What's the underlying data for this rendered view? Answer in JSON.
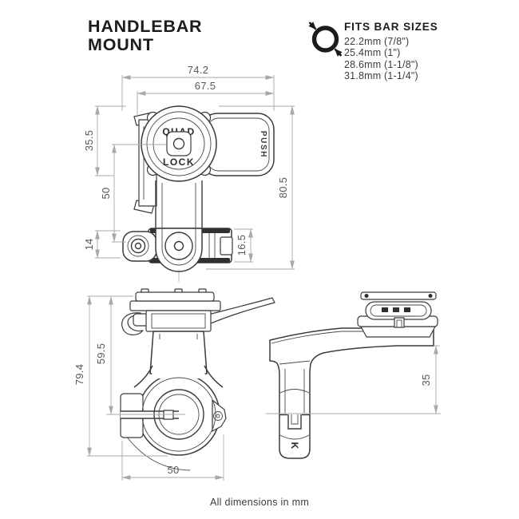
{
  "header": {
    "title_line1": "HANDLEBAR",
    "title_line2": "MOUNT"
  },
  "fits_bar_sizes": {
    "heading": "FITS BAR SIZES",
    "sizes": [
      "22.2mm (7/8\")",
      "25.4mm (1\")",
      "28.6mm (1-1/8\")",
      "31.8mm (1-1/4\")"
    ]
  },
  "drawing": {
    "top_view": {
      "face_text_top": "QUAD",
      "face_text_bottom": "LOCK",
      "lever_text": "PUSH",
      "dims": {
        "overall_width": "74.2",
        "head_width": "67.5",
        "top_to_head_center": "35.5",
        "head_center_to_bolt": "50",
        "base_thickness": "14",
        "overall_height": "80.5",
        "clamp_section": "16.5"
      }
    },
    "front_view": {
      "dims": {
        "overall_height": "79.4",
        "top_to_bar_center": "59.5",
        "clamp_width": "50"
      }
    },
    "side_view": {
      "emboss_text": "K",
      "dims": {
        "arm_to_bar_center": "35"
      }
    },
    "footer_note": "All dimensions in mm"
  },
  "colors": {
    "background": "#ffffff",
    "ink": "#1c1c1c",
    "part_line": "#3a3a3a",
    "dimension_line": "#a8a8a8",
    "dimension_text": "#585858"
  }
}
